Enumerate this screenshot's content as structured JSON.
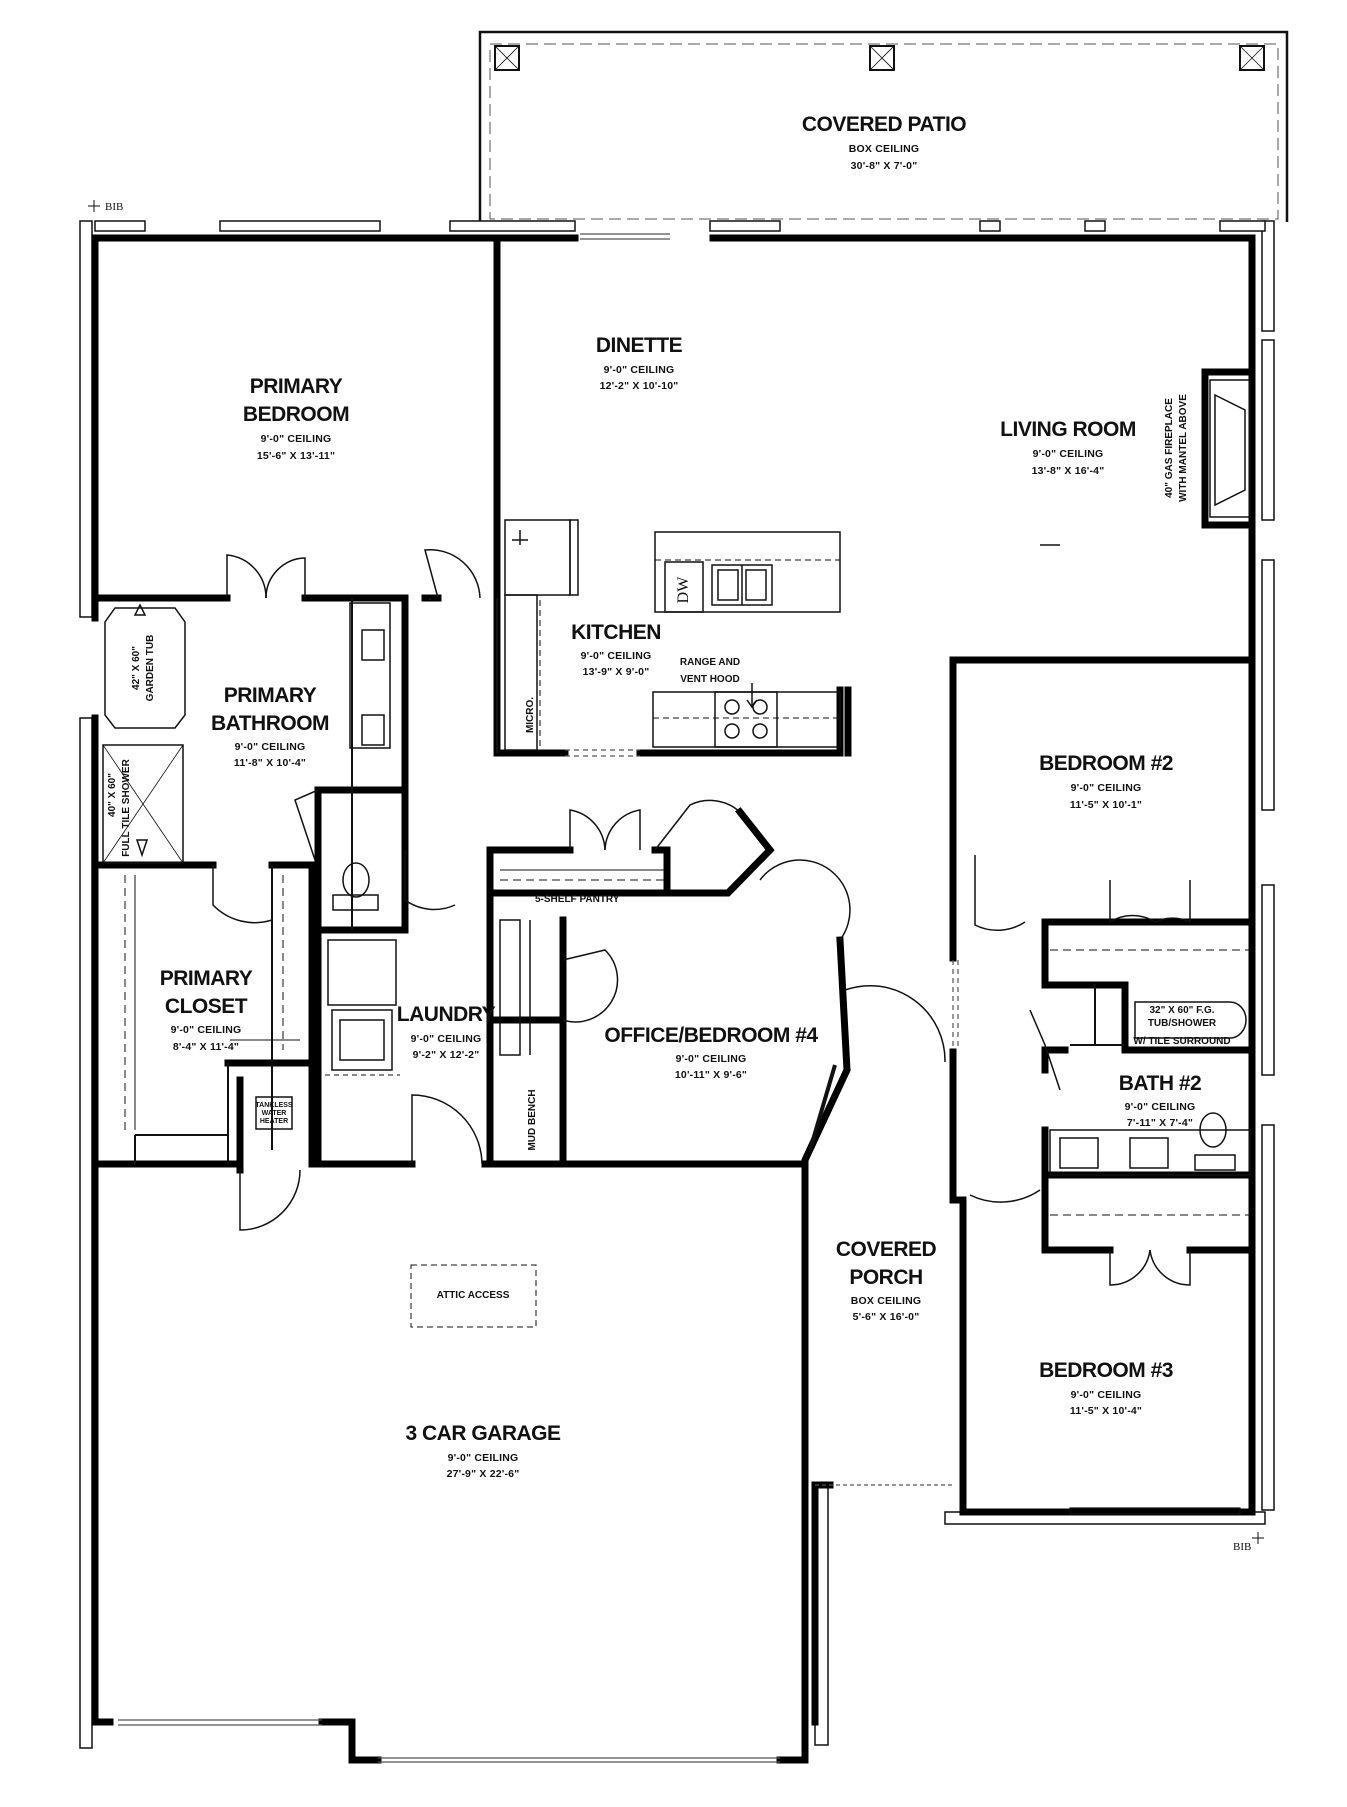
{
  "rooms": {
    "covered_patio": {
      "name": "COVERED PATIO",
      "ceiling": "BOX CEILING",
      "size": "30'-8\" X 7'-0\""
    },
    "dinette": {
      "name": "DINETTE",
      "ceiling": "9'-0\" CEILING",
      "size": "12'-2\" X 10'-10\""
    },
    "living_room": {
      "name": "LIVING ROOM",
      "ceiling": "9'-0\" CEILING",
      "size": "13'-8\" X 16'-4\""
    },
    "primary_bedroom": {
      "name_line1": "PRIMARY",
      "name_line2": "BEDROOM",
      "ceiling": "9'-0\" CEILING",
      "size": "15'-6\" X 13'-11\""
    },
    "kitchen": {
      "name": "KITCHEN",
      "ceiling": "9'-0\" CEILING",
      "size": "13'-9\" X 9'-0\""
    },
    "primary_bathroom": {
      "name_line1": "PRIMARY",
      "name_line2": "BATHROOM",
      "ceiling": "9'-0\" CEILING",
      "size": "11'-8\" X 10'-4\""
    },
    "bedroom_2": {
      "name": "BEDROOM #2",
      "ceiling": "9'-0\" CEILING",
      "size": "11'-5\" X 10'-1\""
    },
    "primary_closet": {
      "name_line1": "PRIMARY",
      "name_line2": "CLOSET",
      "ceiling": "9'-0\" CEILING",
      "size": "8'-4\" X 11'-4\""
    },
    "laundry": {
      "name": "LAUNDRY",
      "ceiling": "9'-0\" CEILING",
      "size": "9'-2\" X 12'-2\""
    },
    "office": {
      "name": "OFFICE/BEDROOM #4",
      "ceiling": "9'-0\" CEILING",
      "size": "10'-11\" X 9'-6\""
    },
    "bath_2": {
      "name": "BATH #2",
      "ceiling": "9'-0\" CEILING",
      "size": "7'-11\" X 7'-4\""
    },
    "covered_porch": {
      "name_line1": "COVERED",
      "name_line2": "PORCH",
      "ceiling": "BOX CEILING",
      "size": "5'-6\" X 16'-0\""
    },
    "bedroom_3": {
      "name": "BEDROOM #3",
      "ceiling": "9'-0\" CEILING",
      "size": "11'-5\" X 10'-4\""
    },
    "garage": {
      "name": "3 CAR GARAGE",
      "ceiling": "9'-0\" CEILING",
      "size": "27'-9\" X 22'-6\""
    }
  },
  "fixtures": {
    "fireplace_line1": "40\" GAS FIREPLACE",
    "fireplace_line2": "WITH MANTEL ABOVE",
    "range_line1": "RANGE AND",
    "range_line2": "VENT HOOD",
    "dishwasher": "DW",
    "micro": "MICRO.",
    "garden_tub_line1": "42\" X 60\"",
    "garden_tub_line2": "GARDEN TUB",
    "shower_line1": "40\" X 60\"",
    "shower_line2": "FULL TILE SHOWER",
    "pantry": "5-SHELF PANTRY",
    "tub_shower_line1": "32\" X 60\" F.G.",
    "tub_shower_line2": "TUB/SHOWER",
    "tub_shower_line3": "W/ TILE SURROUND",
    "water_heater_line1": "TANKLESS",
    "water_heater_line2": "WATER",
    "water_heater_line3": "HEATER",
    "mud_bench": "MUD BENCH",
    "attic_access": "ATTIC ACCESS"
  },
  "markers": {
    "bib_top": "BIB",
    "bib_bottom": "BIB"
  }
}
